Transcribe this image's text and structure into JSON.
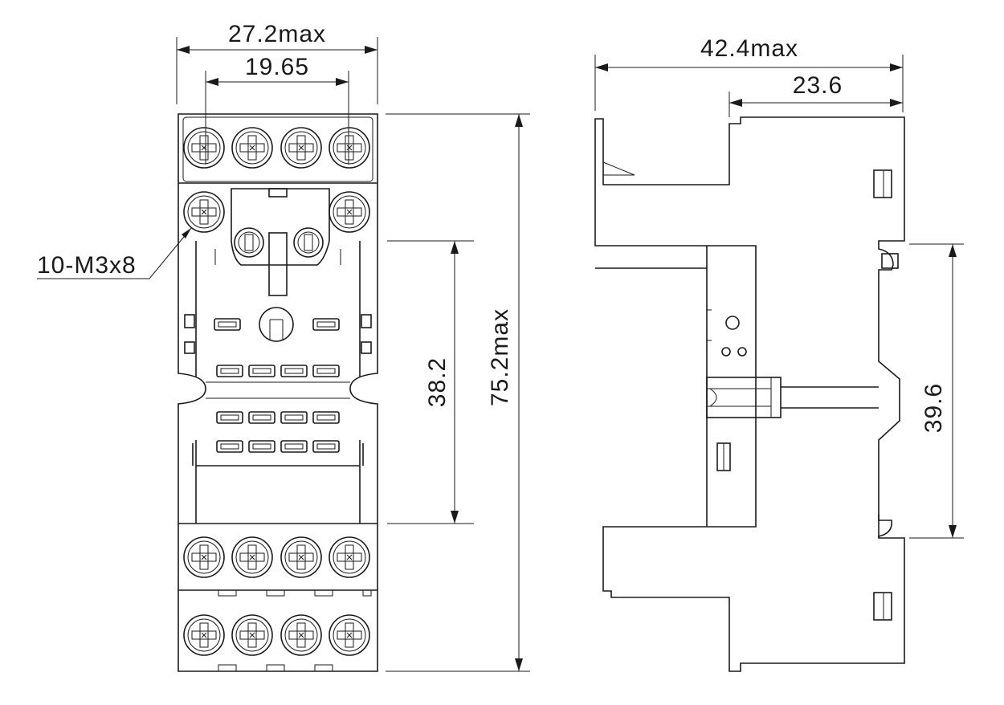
{
  "dimensions": {
    "front_width_max": "27.2max",
    "front_pitch": "19.65",
    "front_height_max": "75.2max",
    "front_inner_height": "38.2",
    "side_width_max": "42.4max",
    "side_partial_width": "23.6",
    "side_height": "39.6"
  },
  "callouts": {
    "screws": "10-M3x8"
  }
}
